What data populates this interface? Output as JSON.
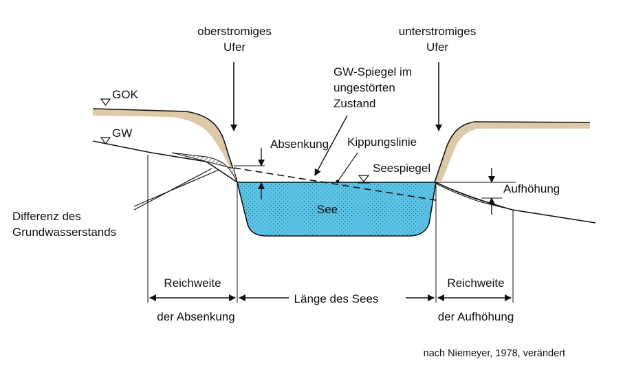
{
  "diagram": {
    "labels": {
      "oberstromiges_line1": "oberstromiges",
      "oberstromiges_line2": "Ufer",
      "unterstromiges_line1": "unterstromiges",
      "unterstromiges_line2": "Ufer",
      "gw_spiegel_line1": "GW-Spiegel im",
      "gw_spiegel_line2": "ungestörten",
      "gw_spiegel_line3": "Zustand",
      "gok": "GOK",
      "gw": "GW",
      "absenkung": "Absenkung",
      "kippungslinie": "Kippungslinie",
      "seespiegel": "Seespiegel",
      "aufhoehung": "Aufhöhung",
      "see": "See",
      "differenz_line1": "Differenz des",
      "differenz_line2": "Grundwasserstands",
      "reichweite_left": "Reichweite",
      "absenkung_range": "der Absenkung",
      "laenge": "Länge des Sees",
      "reichweite_right": "Reichweite",
      "aufhoehung_range": "der Aufhöhung"
    },
    "source": "nach Niemeyer, 1978, verändert",
    "colors": {
      "water": "#5bc3e6",
      "soil": "#dcc9a8",
      "line": "#111111"
    }
  }
}
